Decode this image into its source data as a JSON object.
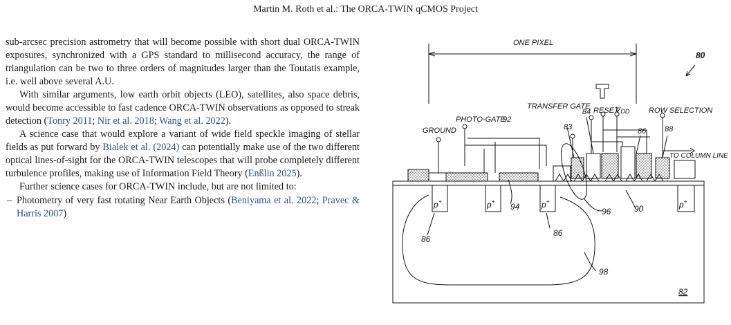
{
  "header": {
    "running_title": "Martin M. Roth  et al.: The ORCA-TWIN qCMOS Project"
  },
  "text": {
    "p1": "sub-arcsec precision astrometry that will become possible with short dual ORCA-TWIN exposures, synchronized with a GPS standard to millisecond accuracy, the range of triangulation can be two to three orders of magnitudes larger than the Toutatis example, i.e. well above several A.U.",
    "p2_a": "With similar arguments, low earth orbit objects (LEO), satellites, also space debris, would become accessible to fast cadence ORCA-TWIN observations as opposed to streak detection (",
    "p2_c1": "Tonry 2011",
    "p2_s1": "; ",
    "p2_c2": "Nir et al. 2018",
    "p2_s2": "; ",
    "p2_c3": "Wang et al. 2022",
    "p2_end": ").",
    "p3_a": "A science case that would explore a variant of wide field speckle imaging of stellar fields as put forward by ",
    "p3_c1": "Bialek et al. (2024)",
    "p3_b": " can potentially make use of the two different optical lines-of-sight for the ORCA-TWIN telescopes that will probe completely different turbulence profiles, making use of Information Field Theory (",
    "p3_c2": "Enßlin 2025",
    "p3_end": ").",
    "p4": "Further science cases for ORCA-TWIN include, but are not limited to:",
    "bullet_dash": "–",
    "bullet1_a": "Photometry of very fast rotating Near Earth Objects (",
    "bullet1_c1": "Beniyama et al. 2022",
    "bullet1_s": "; ",
    "bullet1_c2": "Pravec & Harris 2007",
    "bullet1_end": ")"
  },
  "figure": {
    "one_pixel": "ONE PIXEL",
    "fig_number": "80",
    "transfer_gate": "TRANSFER GATE",
    "reset": "RESET",
    "vdd": "V",
    "vdd_sub": "DD",
    "row_selection": "ROW SELECTION",
    "photo_gate": "PHOTO-GATE",
    "ground": "GROUND",
    "to_column_line": "TO COLUMN LINE",
    "p_plus": "p",
    "plus": "+",
    "ref_92": "92",
    "ref_83": "83",
    "ref_84": "84",
    "ref_86": "86",
    "ref_88": "88",
    "ref_94": "94",
    "ref_96": "96",
    "ref_90": "90",
    "ref_98": "98",
    "ref_82": "82"
  }
}
